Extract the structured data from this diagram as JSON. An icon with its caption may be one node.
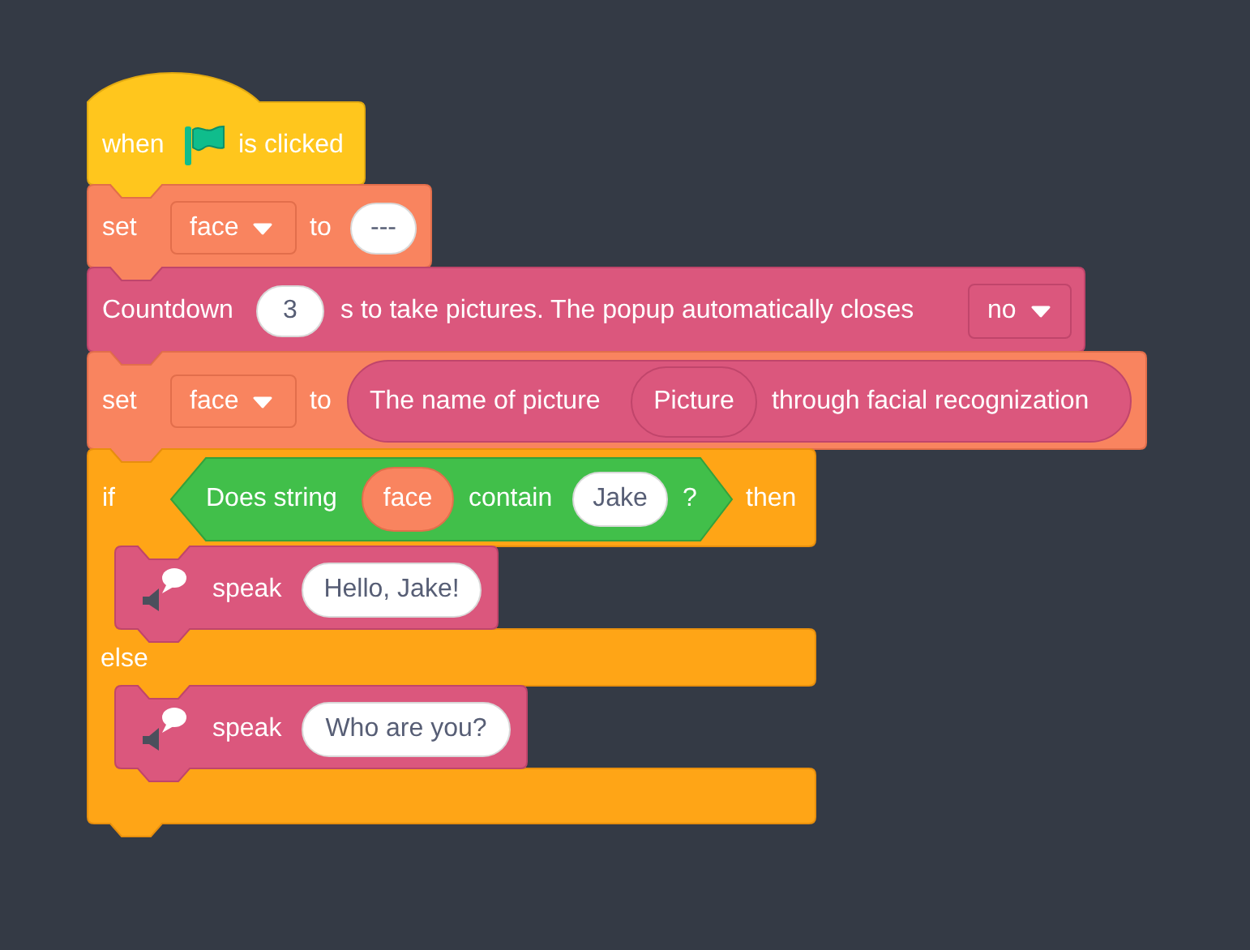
{
  "diagram": {
    "nodes": [
      {
        "text": [
          "when",
          "is clicked"
        ]
      },
      {
        "text": [
          "set",
          "to"
        ]
      },
      {
        "text": [
          "face"
        ],
        "in": 1
      },
      {
        "text": [
          "---"
        ],
        "in": 1
      },
      {
        "text": [
          "Countdown",
          "s to take pictures. The popup automatically closes"
        ]
      },
      {
        "text": [
          "3"
        ],
        "in": 4
      },
      {
        "text": [
          "no"
        ],
        "in": 4
      },
      {
        "text": [
          "set",
          "to"
        ]
      },
      {
        "text": [
          "face"
        ],
        "in": 7
      },
      {
        "text": [
          "The name of picture",
          "through facial recognization"
        ],
        "in": 7
      },
      {
        "text": [
          "Picture"
        ],
        "in": 9
      },
      {
        "text": [
          "if",
          "then",
          "else"
        ]
      },
      {
        "text": [
          "Does string",
          "contain",
          "?"
        ],
        "in": 11
      },
      {
        "text": [
          "face"
        ],
        "in": 12
      },
      {
        "text": [
          "Jake"
        ],
        "in": 12
      },
      {
        "text": [
          "speak"
        ],
        "in": 11
      },
      {
        "text": [
          "Hello, Jake!"
        ],
        "in": 15
      },
      {
        "text": [
          "speak"
        ],
        "in": 11
      },
      {
        "text": [
          "Who are you?"
        ],
        "in": 17
      }
    ]
  }
}
